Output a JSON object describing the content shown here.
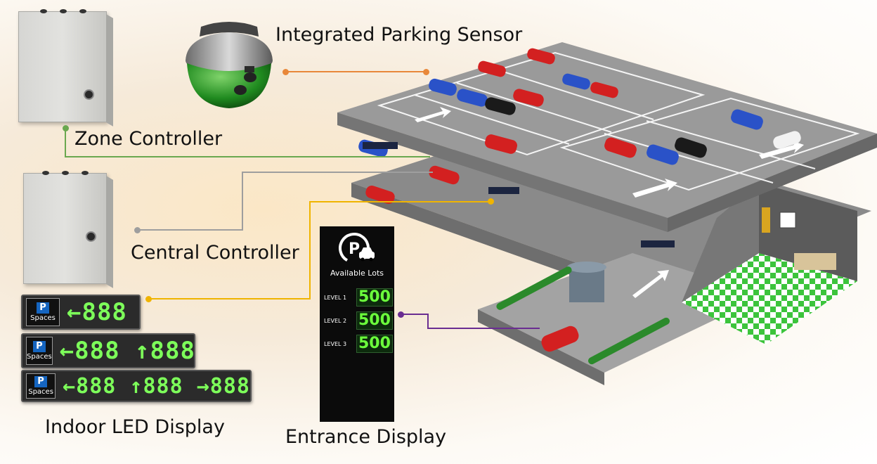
{
  "labels": {
    "sensor": "Integrated Parking Sensor",
    "zone": "Zone Controller",
    "central": "Central Controller",
    "indoor": "Indoor LED Display",
    "entrance": "Entrance Display"
  },
  "led_displays": [
    {
      "badge_letter": "P",
      "badge_text": "Spaces",
      "readout": "←888"
    },
    {
      "badge_letter": "P",
      "badge_text": "Spaces",
      "readout": "←888 ↑888"
    },
    {
      "badge_letter": "P",
      "badge_text": "Spaces",
      "readout": "←888 ↑888 →888"
    }
  ],
  "entrance_display": {
    "title": "Available Lots",
    "levels": [
      {
        "label": "LEVEL 1",
        "value": "500"
      },
      {
        "label": "LEVEL 2",
        "value": "500"
      },
      {
        "label": "LEVEL 3",
        "value": "500"
      }
    ]
  },
  "colors": {
    "sensor_line": "#e8883a",
    "zone_line": "#6aa84f",
    "central_line": "#9e9e9e",
    "indoor_line": "#f0b400",
    "entrance_line": "#6a2d91"
  }
}
